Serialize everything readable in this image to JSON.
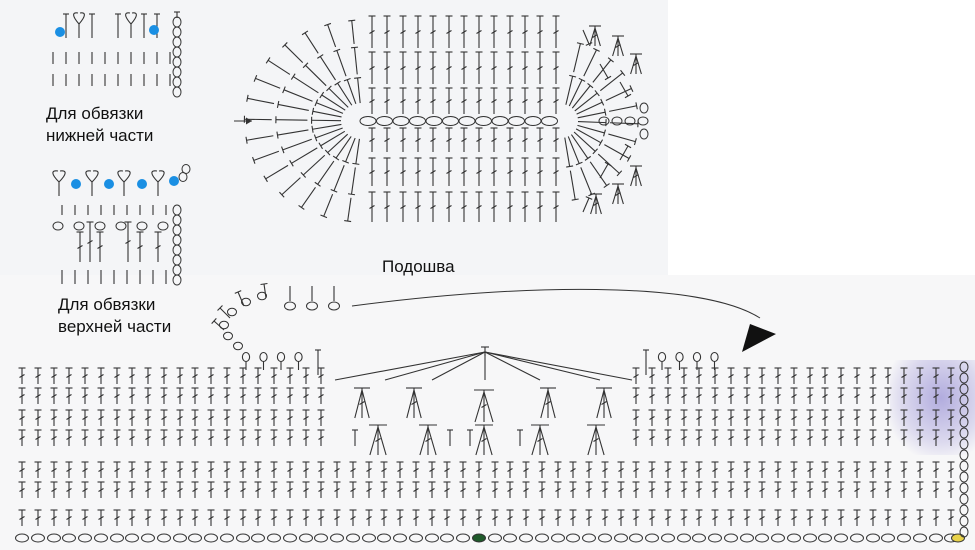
{
  "labels": {
    "bottom_edging_line1": "Для обвязки",
    "bottom_edging_line2": "нижней части",
    "top_edging_line1": "Для обвязки",
    "top_edging_line2": "верхней части",
    "sole": "Подошва"
  },
  "colors": {
    "line": "#333333",
    "marker_blue": "#1a8fe3",
    "marker_green": "#1f5a2a",
    "marker_yellow": "#e8d24a",
    "panel_bg": "#f2f3f5",
    "smudge": "#8a7fd0"
  },
  "symbols": [
    "double-crochet",
    "single-crochet",
    "chain-stitch",
    "picot",
    "shell-fan"
  ]
}
